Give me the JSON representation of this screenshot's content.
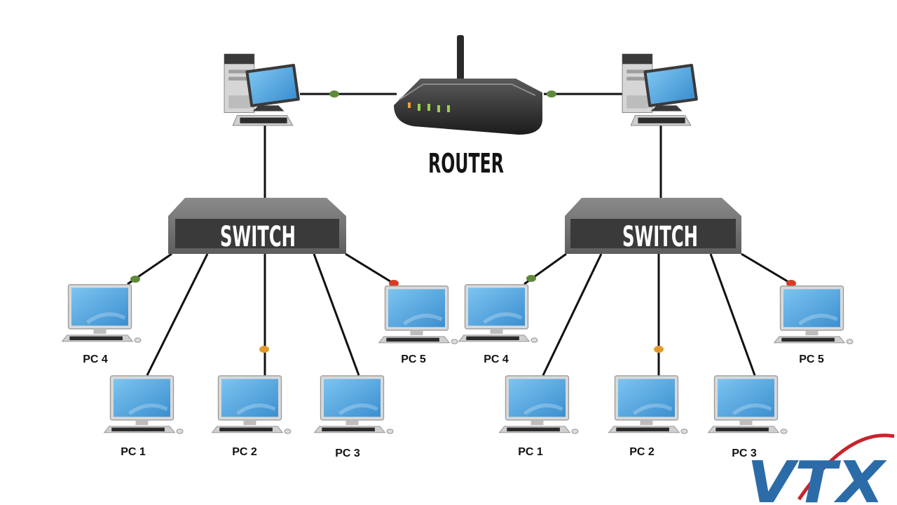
{
  "router": {
    "label": "ROUTER"
  },
  "networks": [
    {
      "switch_label": "SWITCH",
      "pcs": [
        "PC 4",
        "PC 1",
        "PC 2",
        "PC 3",
        "PC 5"
      ]
    },
    {
      "switch_label": "SWITCH",
      "pcs": [
        "PC 4",
        "PC 1",
        "PC 2",
        "PC 3",
        "PC 5"
      ]
    }
  ],
  "logo": {
    "text": "VTX"
  },
  "colors": {
    "switch_body": "#6f6f6f",
    "switch_panel": "#3a3a3a",
    "screen": "#56a8e0",
    "link_green": "#5f8a3a",
    "link_orange": "#e39a2b",
    "link_red": "#d93a26",
    "logo_blue": "#2b6ca8",
    "logo_red": "#c8242b"
  }
}
